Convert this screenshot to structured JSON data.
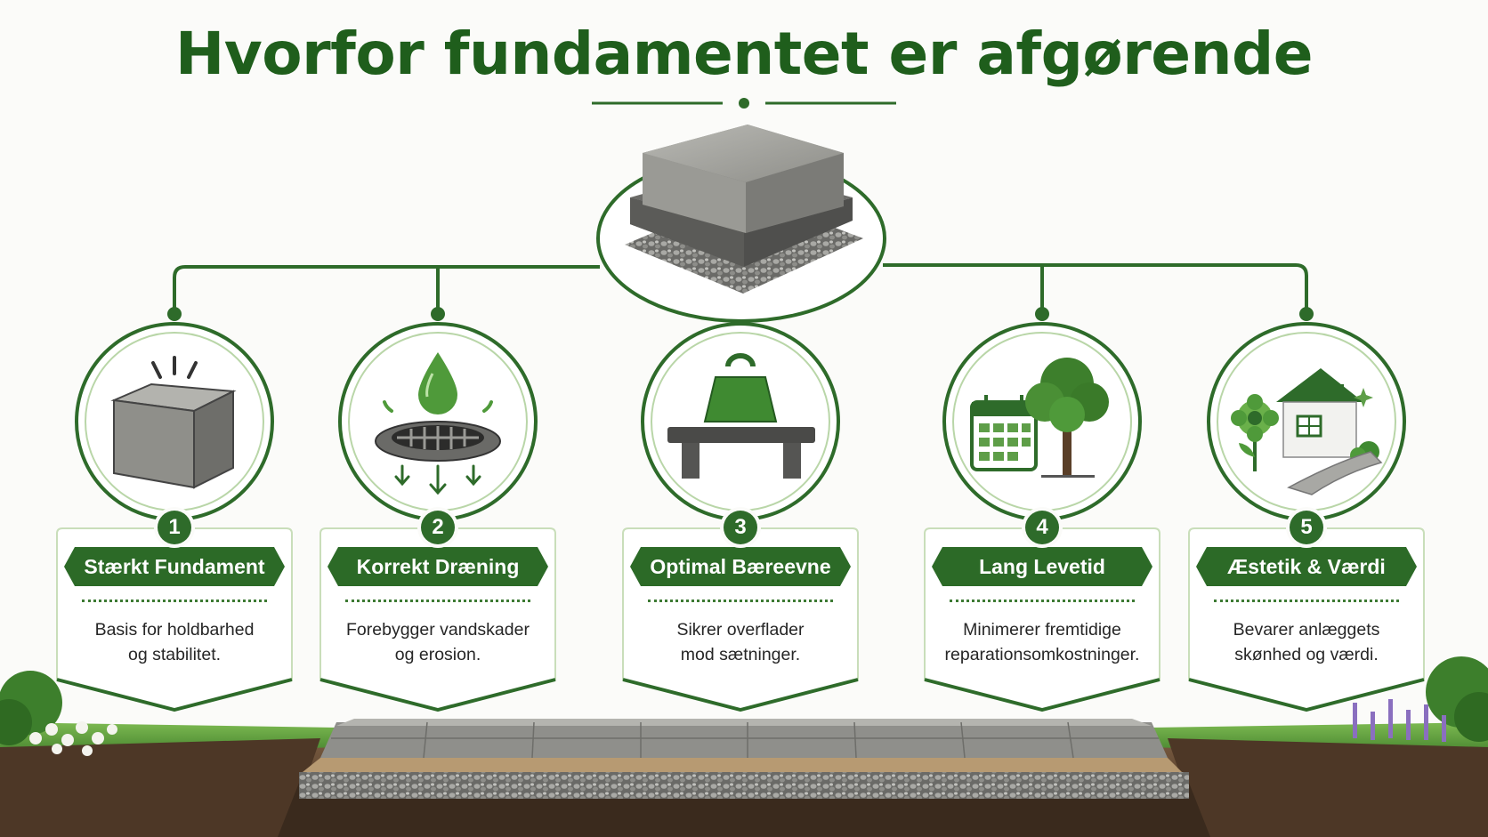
{
  "title": "Hvorfor fundamentet er afgørende",
  "colors": {
    "primary_green": "#2e6b2a",
    "title_green": "#1f5e1c",
    "pill_green": "#2c6a27",
    "light_green": "#8fbf78",
    "stone": "#8d8d8a",
    "soil": "#5e4632",
    "grass": "#5a9a3c"
  },
  "center_icon": "concrete-foundation-slab-icon",
  "steps": [
    {
      "number": "1",
      "label": "Stærkt Fundament",
      "desc_line1": "Basis for holdbarhed",
      "desc_line2": "og stabilitet.",
      "icon": "concrete-block-icon"
    },
    {
      "number": "2",
      "label": "Korrekt Dræning",
      "desc_line1": "Forebygger vandskader",
      "desc_line2": "og erosion.",
      "icon": "drain-water-drop-icon"
    },
    {
      "number": "3",
      "label": "Optimal Bæreevne",
      "desc_line1": "Sikrer overflader",
      "desc_line2": "mod sætninger.",
      "icon": "weight-on-bench-icon"
    },
    {
      "number": "4",
      "label": "Lang Levetid",
      "desc_line1": "Minimerer fremtidige",
      "desc_line2": "reparationsomkostninger.",
      "icon": "calendar-tree-icon"
    },
    {
      "number": "5",
      "label": "Æstetik & Værdi",
      "desc_line1": "Bevarer anlæggets",
      "desc_line2": "skønhed og værdi.",
      "icon": "house-garden-icon"
    }
  ]
}
